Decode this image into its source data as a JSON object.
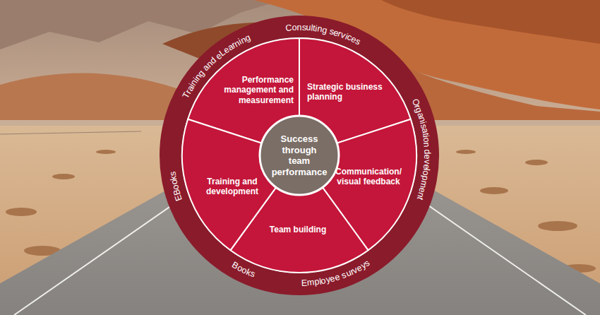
{
  "diagram": {
    "nodes": [
      {
        "text": [
          "Consulting services",
          "Organisation development",
          "Employee surveys",
          "Books",
          "EBooks",
          "Training and eLearning"
        ]
      },
      {
        "text": [
          "Performance management and measurement"
        ],
        "in": 0
      },
      {
        "text": [
          "Strategic business planning"
        ],
        "in": 0
      },
      {
        "text": [
          "Communication/ visual feedback"
        ],
        "in": 0
      },
      {
        "text": [
          "Team building"
        ],
        "in": 0
      },
      {
        "text": [
          "Training and development"
        ],
        "in": 0
      },
      {
        "text": [
          "Success through team performance"
        ],
        "in": 0
      }
    ]
  }
}
